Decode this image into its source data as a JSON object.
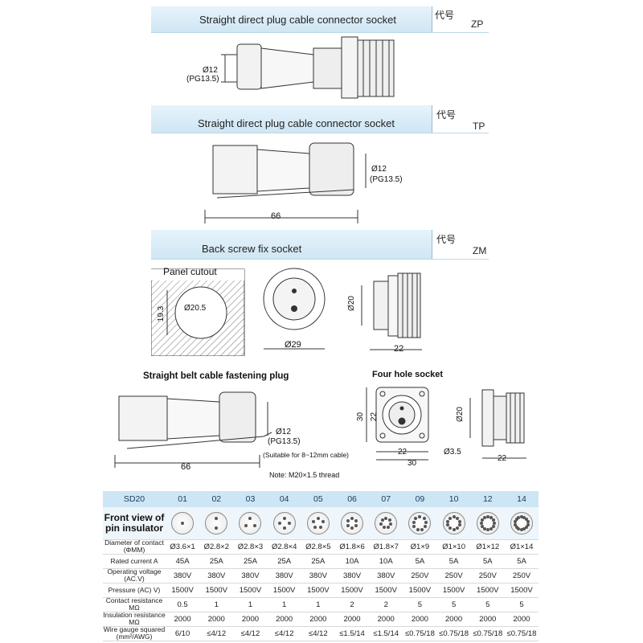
{
  "sections": {
    "zp": {
      "title": "Straight direct plug cable connector socket",
      "code_label": "代号",
      "code": "ZP",
      "dims": [
        "Ø12",
        "(PG13.5)"
      ]
    },
    "tp": {
      "title": "Straight direct plug cable connector socket",
      "code_label": "代号",
      "code": "TP",
      "dims": [
        "Ø12",
        "(PG13.5)",
        "66"
      ]
    },
    "zm": {
      "title": "Back screw fix socket",
      "code_label": "代号",
      "code": "ZM",
      "panel_cutout": "Panel cutout",
      "cutout_dims": [
        "19.3",
        "Ø20.5"
      ],
      "front_dims": [
        "Ø29"
      ],
      "side_dims": [
        "Ø20",
        "22"
      ]
    }
  },
  "belt_plug": {
    "caption": "Straight belt cable fastening plug",
    "dims": [
      "Ø12",
      "(PG13.5)",
      "66"
    ],
    "suitable": "(Suitable for 8~12mm cable)",
    "note": "Note: M20×1.5 thread"
  },
  "four_hole": {
    "caption": "Four hole socket",
    "dims": [
      "30",
      "22",
      "22",
      "30",
      "Ø3.5",
      "Ø20",
      "22"
    ]
  },
  "table": {
    "header": {
      "label": "SD20",
      "cols": [
        "01",
        "02",
        "03",
        "04",
        "05",
        "06",
        "07",
        "09",
        "10",
        "12",
        "14"
      ]
    },
    "front_label": "Front view of pin insulator",
    "pins": [
      1,
      2,
      3,
      4,
      5,
      6,
      7,
      9,
      10,
      12,
      14
    ],
    "rows": [
      {
        "label": "Diameter of contact (ΦMM)",
        "values": [
          "Ø3.6×1",
          "Ø2.8×2",
          "Ø2.8×3",
          "Ø2.8×4",
          "Ø2.8×5",
          "Ø1.8×6",
          "Ø1.8×7",
          "Ø1×9",
          "Ø1×10",
          "Ø1×12",
          "Ø1×14"
        ]
      },
      {
        "label": "Rated current A",
        "values": [
          "45A",
          "25A",
          "25A",
          "25A",
          "25A",
          "10A",
          "10A",
          "5A",
          "5A",
          "5A",
          "5A"
        ]
      },
      {
        "label": "Operating voltage (AC.V)",
        "values": [
          "380V",
          "380V",
          "380V",
          "380V",
          "380V",
          "380V",
          "380V",
          "250V",
          "250V",
          "250V",
          "250V"
        ]
      },
      {
        "label": "Pressure (AC) V)",
        "values": [
          "1500V",
          "1500V",
          "1500V",
          "1500V",
          "1500V",
          "1500V",
          "1500V",
          "1500V",
          "1500V",
          "1500V",
          "1500V"
        ]
      },
      {
        "label": "Contact resistance MΩ",
        "values": [
          "0.5",
          "1",
          "1",
          "1",
          "1",
          "2",
          "2",
          "5",
          "5",
          "5",
          "5"
        ]
      },
      {
        "label": "Insulation resistance MΩ",
        "values": [
          "2000",
          "2000",
          "2000",
          "2000",
          "2000",
          "2000",
          "2000",
          "2000",
          "2000",
          "2000",
          "2000"
        ]
      },
      {
        "label": "Wire gauge squared (mm²/AWG)",
        "values": [
          "6/10",
          "≤4/12",
          "≤4/12",
          "≤4/12",
          "≤4/12",
          "≤1.5/14",
          "≤1.5/14",
          "≤0.75/18",
          "≤0.75/18",
          "≤0.75/18",
          "≤0.75/18"
        ]
      }
    ]
  }
}
